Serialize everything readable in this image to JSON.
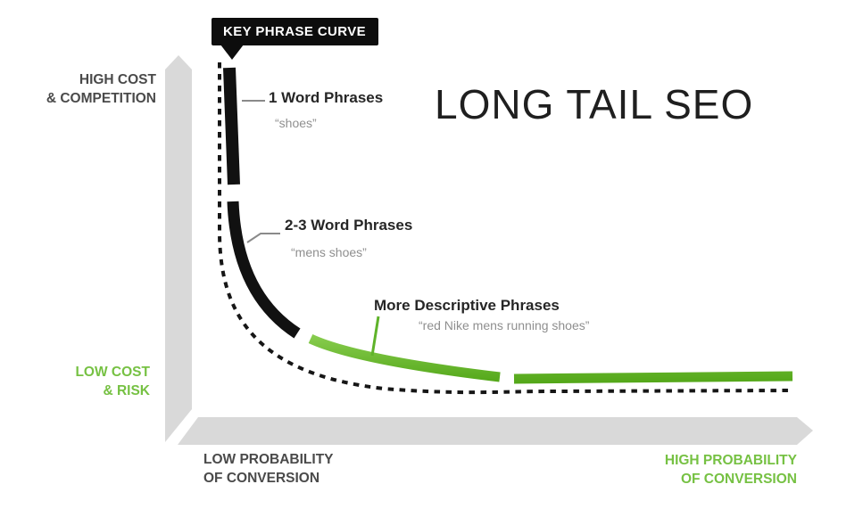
{
  "badge": {
    "label": "KEY PHRASE CURVE"
  },
  "title": "LONG TAIL SEO",
  "y_axis": {
    "top_label_line1": "HIGH COST",
    "top_label_line2": "& COMPETITION",
    "bottom_label_line1": "LOW COST",
    "bottom_label_line2": "& RISK"
  },
  "x_axis": {
    "left_label_line1": "LOW PROBABILITY",
    "left_label_line2": "OF CONVERSION",
    "right_label_line1": "HIGH PROBABILITY",
    "right_label_line2": "OF CONVERSION"
  },
  "curve_labels": [
    {
      "title": "1 Word Phrases",
      "example": "“shoes”"
    },
    {
      "title": "2-3 Word Phrases",
      "example": "“mens shoes”"
    },
    {
      "title": "More Descriptive Phrases",
      "example": "“red Nike mens running shoes”"
    }
  ],
  "colors": {
    "curve_green": "#5fb32a",
    "curve_green_light": "#8ed155",
    "curve_green_dark": "#4ea313",
    "text_green": "#76c143",
    "axis_gray": "#d9d9d9",
    "dark_text": "#4a4a4a",
    "curve_black": "#111111",
    "example_gray": "#8f8f8f",
    "leader_gray": "#8a8a8a"
  }
}
